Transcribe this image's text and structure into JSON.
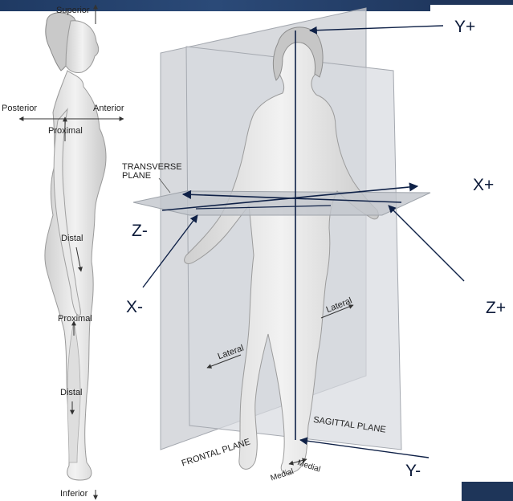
{
  "labels": {
    "superior": "Superior",
    "posterior": "Posterior",
    "anterior": "Anterior",
    "proximal_upper": "Proximal",
    "distal_upper": "Distal",
    "proximal_lower": "Proximal",
    "distal_lower": "Distal",
    "inferior": "Inferior",
    "transverse_plane": "TRANSVERSE\nPLANE",
    "lateral_right": "Lateral",
    "lateral_left": "Lateral",
    "sagittal_plane": "SAGITTAL PLANE",
    "frontal_plane": "FRONTAL PLANE",
    "medial_left": "Medial",
    "medial_right": "Medial"
  },
  "axes": {
    "y_plus": "Y+",
    "x_plus": "X+",
    "z_minus": "Z-",
    "x_minus": "X-",
    "z_plus": "Z+",
    "y_minus": "Y-"
  },
  "colors": {
    "header_bar": "#1f3a63",
    "axis_line": "#0f2147",
    "plane": "#b9bdc3",
    "body": "#e6e6e6"
  }
}
